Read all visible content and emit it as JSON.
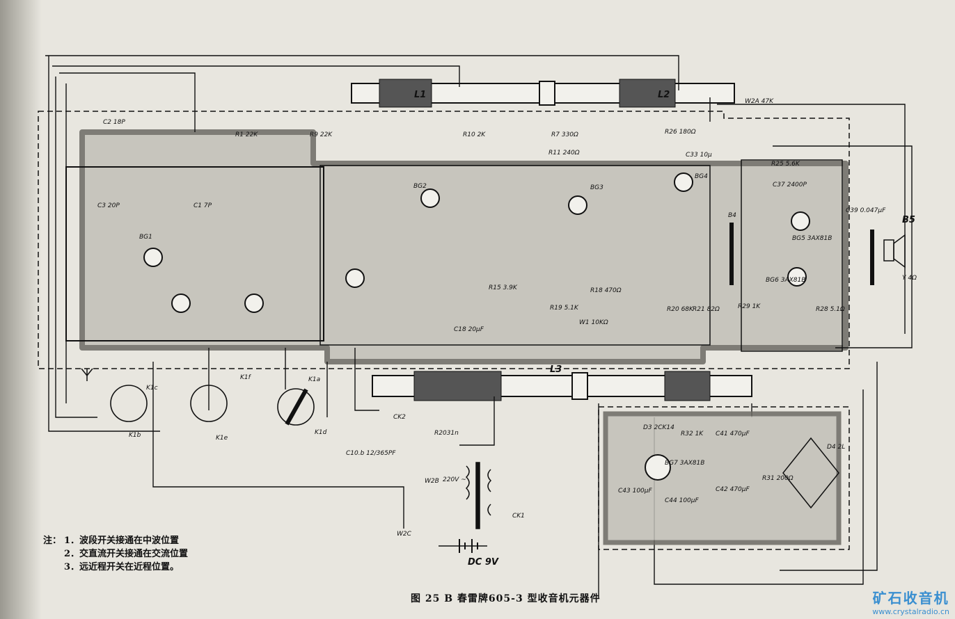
{
  "figure": {
    "caption": "图 25 B  春雷牌605-3 型收音机元器件",
    "notes_head": "注：",
    "notes": [
      {
        "num": "1．",
        "text": "波段开关接通在中波位置"
      },
      {
        "num": "2．",
        "text": "交直流开关接通在交流位置"
      },
      {
        "num": "3．",
        "text": "远近程开关在近程位置。"
      }
    ]
  },
  "watermark": {
    "title": "矿石收音机",
    "url": "www.crystalradio.cn"
  },
  "labels": {
    "L1": "L1",
    "L2": "L2",
    "L3": "L3",
    "W2A": "W2A 47K",
    "R1": "R1 22K",
    "R9": "R9 22K",
    "R10": "R10 2K",
    "R7": "R7 330Ω",
    "R11": "R11 240Ω",
    "R26": "R26 180Ω",
    "R25": "R25 5.6K",
    "C33": "C33 10μ",
    "BG1": "BG1",
    "BG2": "BG2",
    "BG3": "BG3",
    "BG4": "BG4",
    "BG5": "BG5 3AX81B",
    "BG6": "BG6 3AX81B",
    "BG7": "BG7 3AX81B",
    "B4": "B4",
    "B5": "B5",
    "C37": "C37 2400P",
    "C39": "C39 0.047μF",
    "C2": "C2 18P",
    "C3": "C3 20P",
    "C1": "C1 7P",
    "R20": "R20 68K",
    "R21": "R21 82Ω",
    "R28": "R28 5.1Ω",
    "R29": "R29 1K",
    "W1": "W1 10KΩ",
    "C18": "C18 20μF",
    "R15": "R15 3.9K",
    "R19": "R19 5.1K",
    "R18": "R18 470Ω",
    "K1a": "K1a",
    "K1b": "K1b",
    "K1c": "K1c",
    "K1d": "K1d",
    "K1e": "K1e",
    "K1f": "K1f",
    "C10": "C10.b 12/365PF",
    "CK2": "CK2",
    "R2031": "R2031n",
    "W2B": "W2B",
    "AC220": "220V ~",
    "W2C": "W2C",
    "CK1": "CK1",
    "DC9V": "DC 9V",
    "D3": "D3 2CK14",
    "R32": "R32 1K",
    "C41": "C41 470μF",
    "C42": "C42 470μF",
    "C43": "C43 100μF",
    "C44": "C44 100μF",
    "R31": "R31 200Ω",
    "D4": "D4 2L",
    "Y": "Y 4Ω"
  },
  "colors": {
    "paper": "#e8e6df",
    "board": "#b9b7b0",
    "ink": "#111111",
    "watermark": "#3a8fd0"
  }
}
